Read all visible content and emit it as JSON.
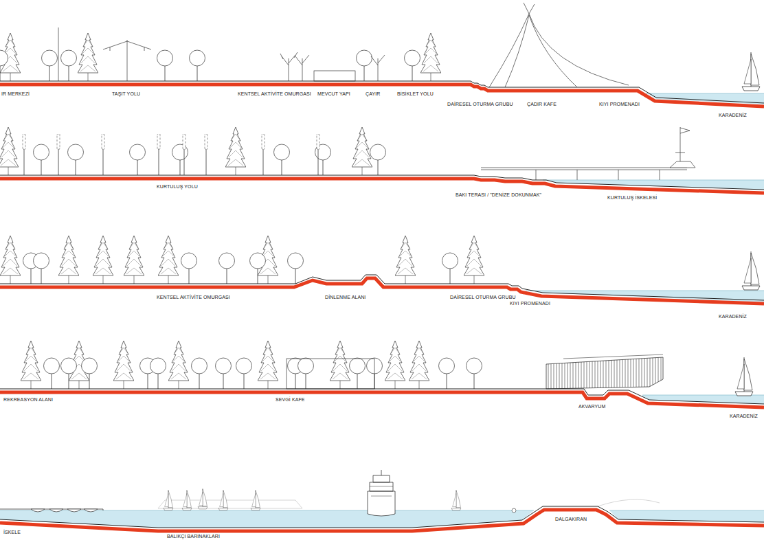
{
  "diagram": {
    "labels": [
      "IR MERKEZİ",
      "TAŞIT YOLU",
      "KENTSEL AKTİVİTE OMURGASI",
      "MEVCUT YAPI",
      "ÇAYIR",
      "BİSİKLET YOLU",
      "DAİRESEL OTURMA GRUBU",
      "ÇADIR KAFE",
      "KIYI PROMENADI",
      "KARADENİZ",
      "KURTULUŞ YOLU",
      "BAKI TERASI / \"DENİZE DOKUNMAK\"",
      "KURTULUŞ İSKELESİ",
      "KENTSEL AKTİVİTE OMURGASI",
      "DİNLENME ALANI",
      "DAİRESEL OTURMA GRUBU",
      "KIYI PROMENADI",
      "KARADENİZ",
      "REKREASYON ALANI",
      "SEVGİ KAFE",
      "AKVARYUM",
      "KARADENİZ",
      "İSKELE",
      "BALIKÇI BARINAKLARI",
      "DALGAKIRAN"
    ]
  }
}
